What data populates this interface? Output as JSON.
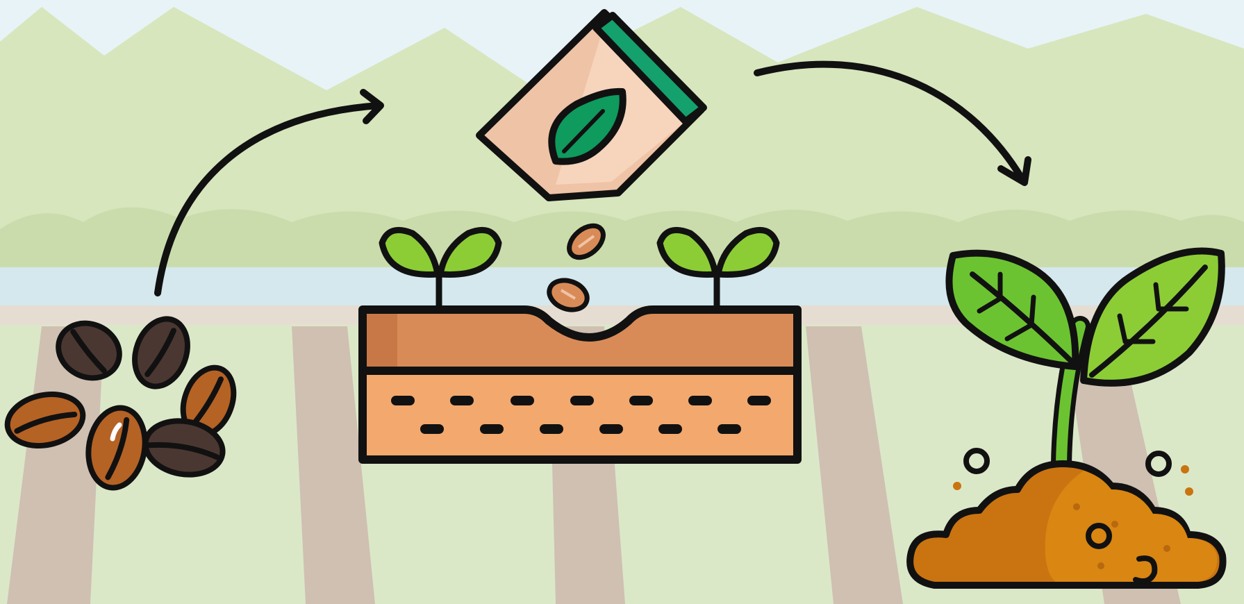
{
  "diagram": {
    "stages": [
      {
        "id": "seeds",
        "icon": "coffee-beans-icon"
      },
      {
        "id": "planting",
        "icon": "seed-bag-soil-icon"
      },
      {
        "id": "growth",
        "icon": "sprout-soil-icon"
      }
    ],
    "connectors": [
      {
        "from": "seeds",
        "to": "planting",
        "icon": "curved-arrow-icon"
      },
      {
        "from": "planting",
        "to": "growth",
        "icon": "curved-arrow-icon"
      }
    ]
  },
  "colors": {
    "outline": "#111111",
    "sky": "#e8f3f8",
    "hills": "#d7e6bd",
    "field": "#dbe8c8",
    "soil_rows": "#cfc0b2",
    "water": "#d4e8ee",
    "bean_dark": "#4b3731",
    "bean_light": "#b56225",
    "bag": "#efc3a6",
    "bag_stripe": "#14a16d",
    "leaf_dark": "#0f9a5e",
    "leaf_light": "#8ccd36",
    "soil_top": "#d98b57",
    "soil_bottom": "#f3a86d",
    "sprout_leaf": "#6cc331",
    "mound": "#c97411"
  }
}
